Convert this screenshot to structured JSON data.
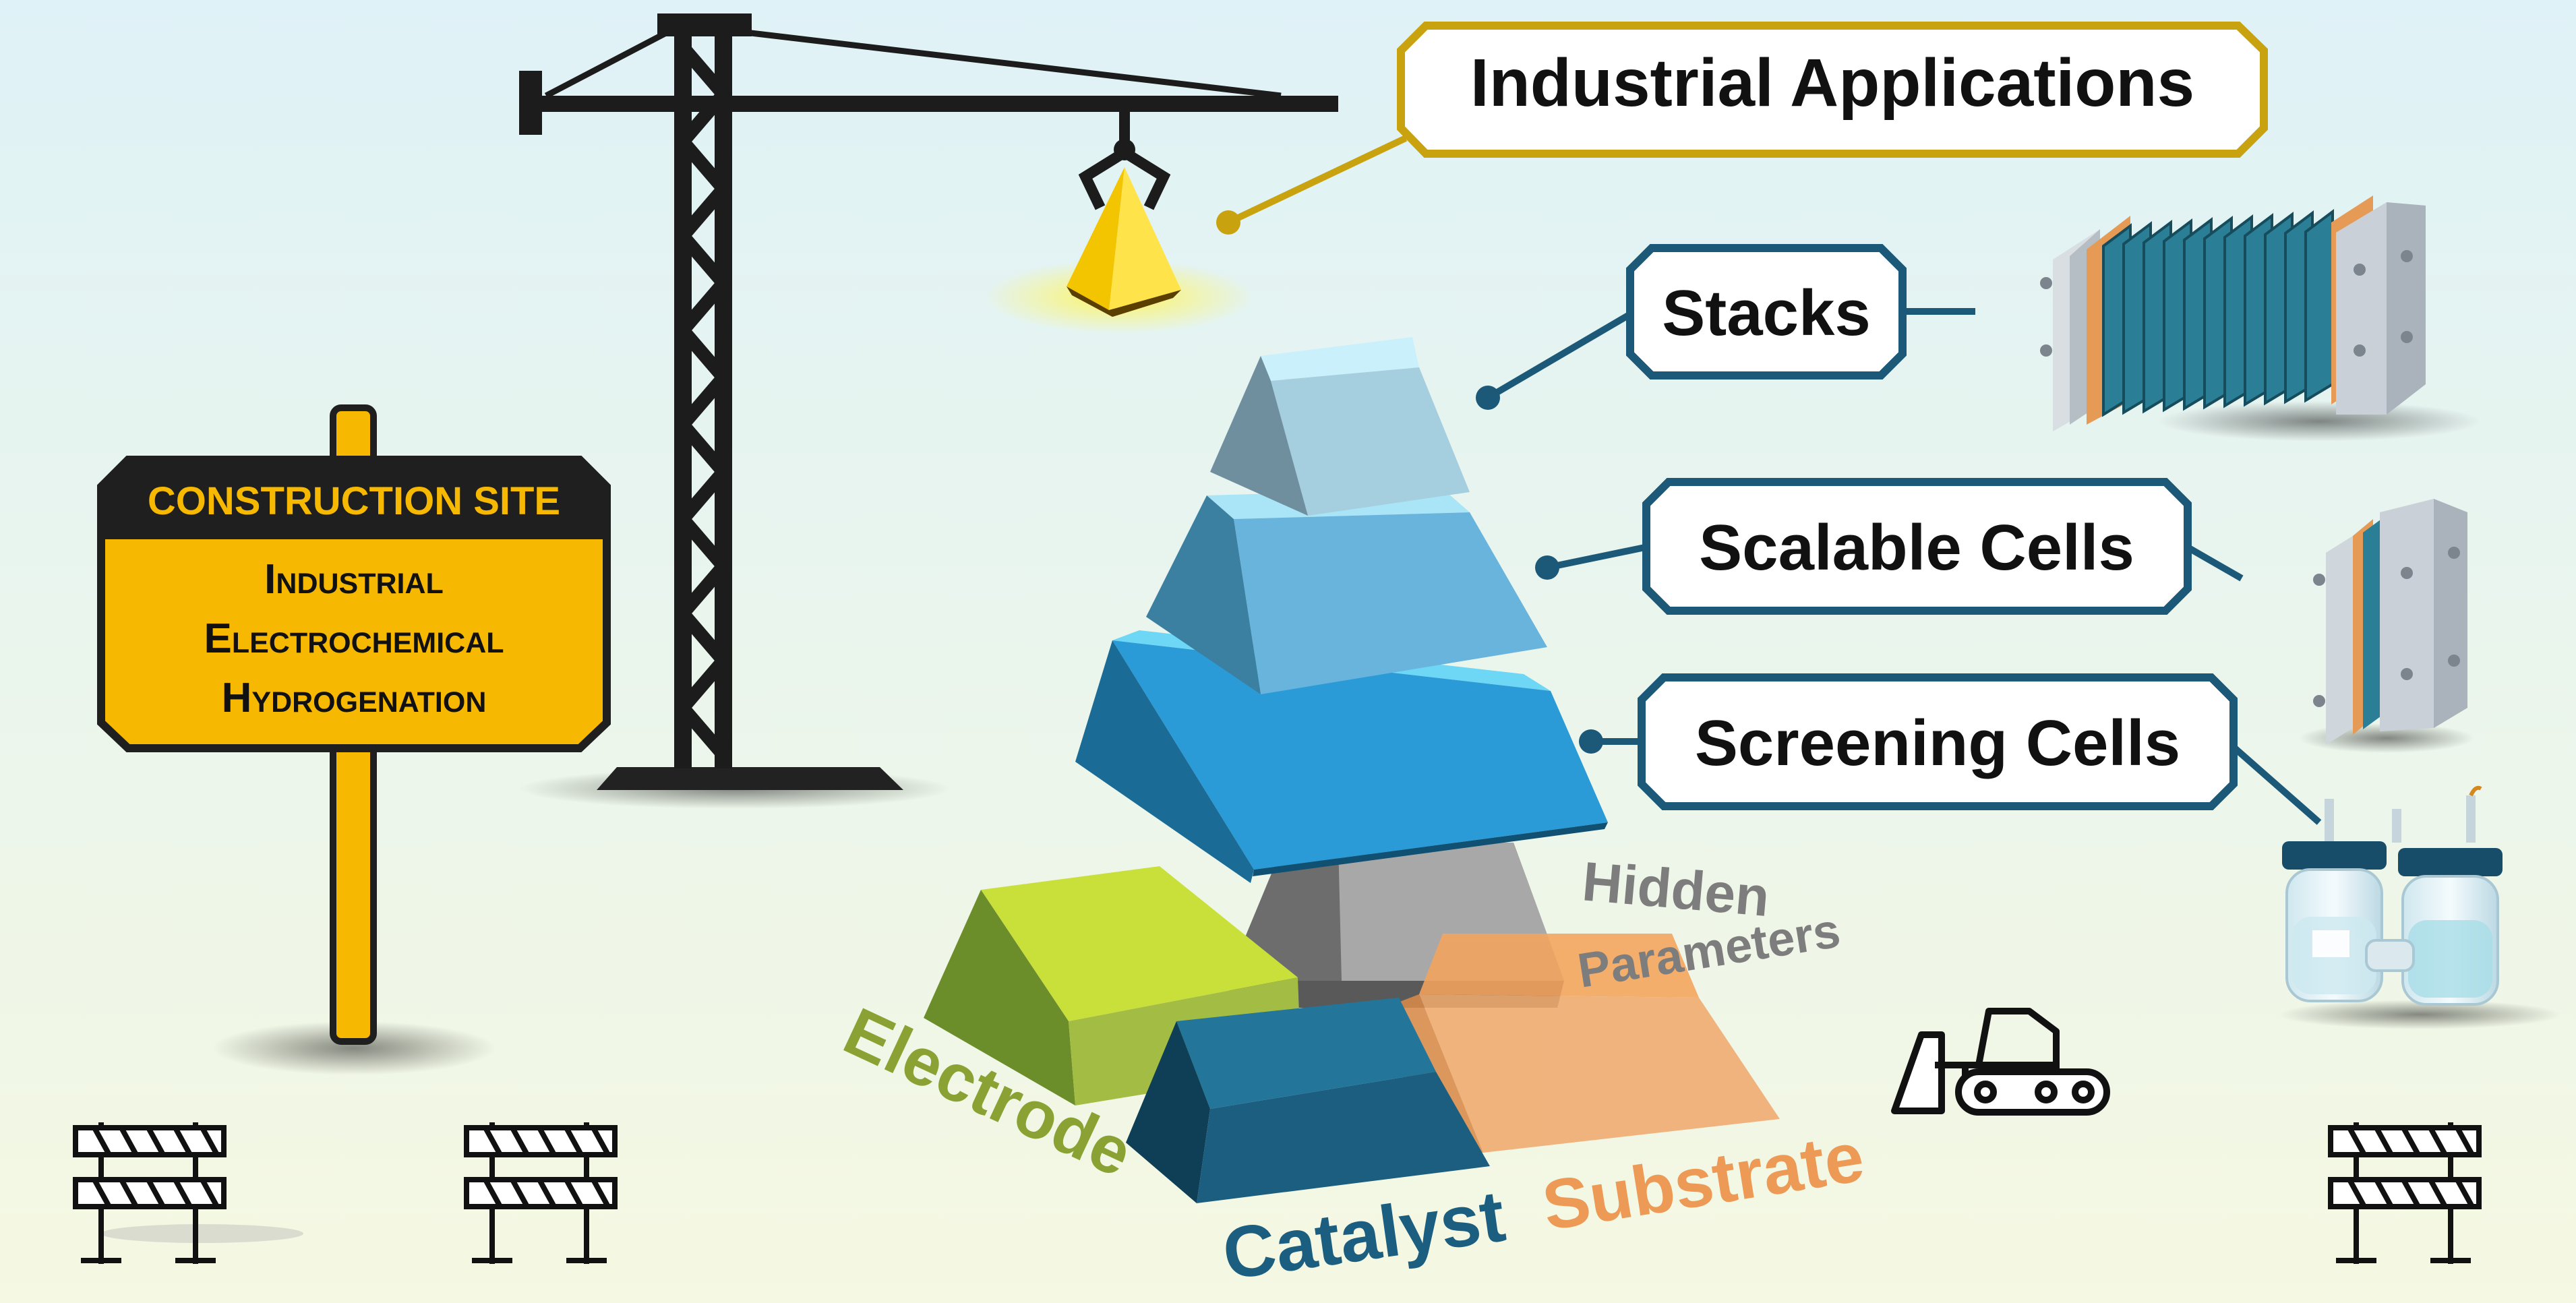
{
  "sign": {
    "header": "CONSTRUCTION SITE",
    "lines": [
      "Industrial",
      "Electrochemical",
      "Hydrogenation"
    ]
  },
  "labels": {
    "industrial": "Industrial Applications",
    "stacks": "Stacks",
    "scalable": "Scalable Cells",
    "screening": "Screening Cells",
    "hidden_1": "Hidden",
    "hidden_2": "Parameters",
    "electrode": "Electrode",
    "catalyst": "Catalyst",
    "substrate": "Substrate"
  },
  "colors": {
    "industrial_border": "#c8a20f",
    "callout_border": "#1c5877",
    "sign_yellow": "#f6b800",
    "electrode": "#9ab63a",
    "catalyst": "#1b5e80",
    "substrate": "#ec9a55",
    "hidden": "#8e8e8e",
    "tier_top": "#86b9cf",
    "tier_mid": "#4ea8d6",
    "tier_bottom": "#2b9bd7",
    "apex": "#ffd200"
  },
  "icons": [
    "crane-icon",
    "bulldozer-icon",
    "barricade-icon",
    "stack-device-icon",
    "scalable-cell-icon",
    "screening-cell-icon"
  ]
}
